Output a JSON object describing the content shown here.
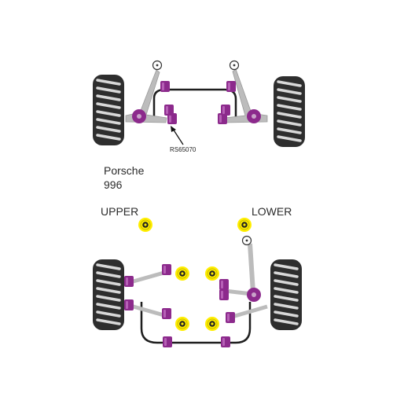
{
  "labels": {
    "part_number": "RS65070",
    "make": "Porsche",
    "model": "996",
    "upper": "UPPER",
    "lower": "LOWER"
  },
  "colors": {
    "bush_purple": "#8c2a8c",
    "bush_highlight": "#b660b6",
    "bush_yellow": "#ffee00",
    "arm_gray": "#bcbcbc",
    "tyre_dark": "#2e2e2e",
    "tyre_light": "#d8d8d8"
  },
  "icons": [
    "tyre-icon",
    "control-arm-icon",
    "anti-roll-bar-icon",
    "bush-icon",
    "arrow-icon"
  ]
}
